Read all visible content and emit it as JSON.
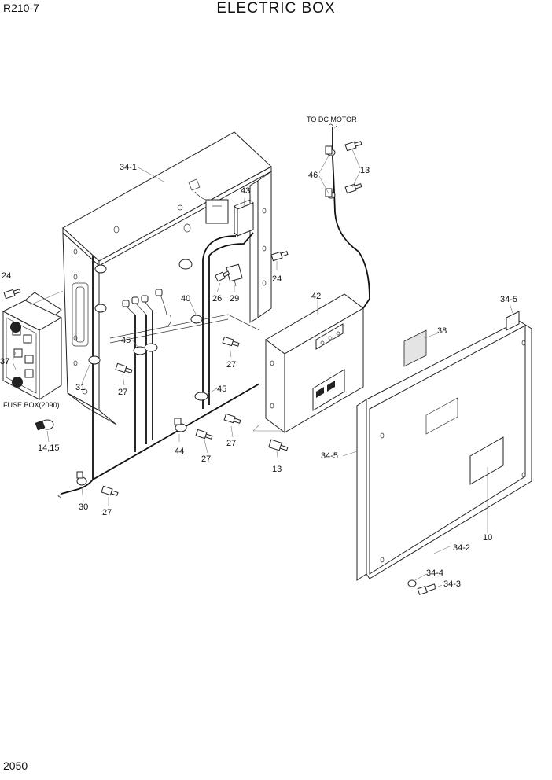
{
  "header": {
    "model": "R210-7",
    "title": "ELECTRIC BOX"
  },
  "footer": {
    "page_number": "2050"
  },
  "labels": {
    "to_dc_motor": "TO DC MOTOR",
    "fuse_box": "FUSE BOX(2090)",
    "p34_1": "34-1",
    "p43": "43",
    "p46": "46",
    "p13a": "13",
    "p24a": "24",
    "p24b": "24",
    "p40": "40",
    "p26": "26",
    "p29": "29",
    "p42": "42",
    "p34_5a": "34-5",
    "p38": "38",
    "p45a": "45",
    "p37": "37",
    "p27a": "27",
    "p27b": "27",
    "p31": "31",
    "p45b": "45",
    "p27c": "27",
    "p14_15": "14,15",
    "p44": "44",
    "p27d": "27",
    "p13b": "13",
    "p34_5b": "34-5",
    "p30": "30",
    "p27e": "27",
    "p10": "10",
    "p34_2": "34-2",
    "p34_4": "34-4",
    "p34_3": "34-3"
  }
}
